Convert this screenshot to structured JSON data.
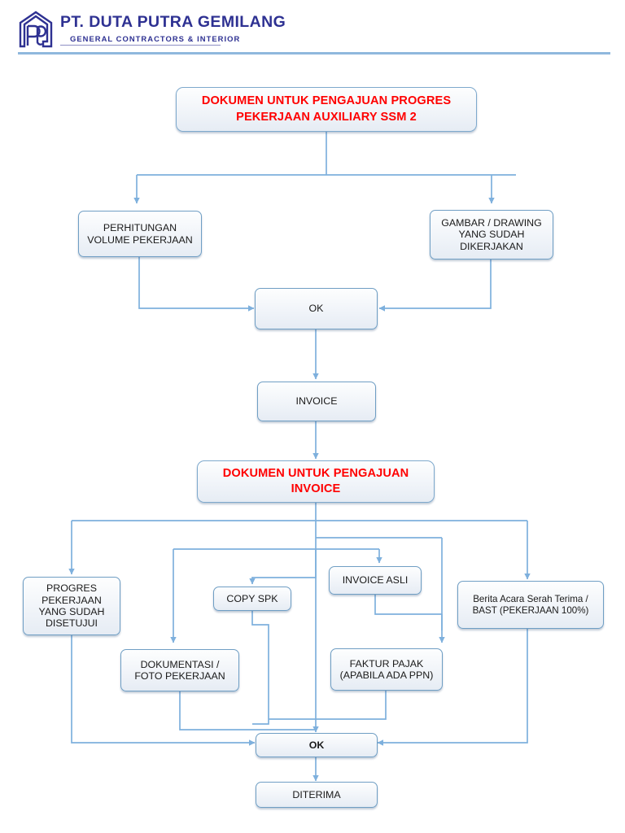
{
  "letterhead": {
    "company_name": "PT. DUTA PUTRA GEMILANG",
    "tagline": "GENERAL CONTRACTORS & INTERIOR",
    "logo_icon": "building-monogram-dpg-icon",
    "brand_color": "#2e3192",
    "rule_color": "#8fb8dd"
  },
  "theme": {
    "node_border": "#6f9ec4",
    "node_fill_top": "#fdfefe",
    "node_fill_bottom": "#e6ecf4",
    "connector_color": "#7eb0dd",
    "title_text_color": "#ff0000",
    "body_text_color": "#1a1a1a"
  },
  "flowchart": {
    "type": "flowchart",
    "orientation": "top-to-bottom",
    "nodes": [
      {
        "id": "title_progres",
        "label": "DOKUMEN UNTUK PENGAJUAN PROGRES\nPEKERJAAN AUXILIARY SSM 2"
      },
      {
        "id": "perhitungan",
        "label": "PERHITUNGAN\nVOLUME PEKERJAAN"
      },
      {
        "id": "gambar",
        "label": "GAMBAR / DRAWING\nYANG SUDAH\nDIKERJAKAN"
      },
      {
        "id": "ok_1",
        "label": "OK"
      },
      {
        "id": "invoice",
        "label": "INVOICE"
      },
      {
        "id": "title_invoice",
        "label": "DOKUMEN UNTUK PENGAJUAN\nINVOICE"
      },
      {
        "id": "progres_disetujui",
        "label": "PROGRES\nPEKERJAAN\nYANG SUDAH\nDISETUJUI"
      },
      {
        "id": "copy_spk",
        "label": "COPY SPK"
      },
      {
        "id": "invoice_asli",
        "label": "INVOICE ASLI"
      },
      {
        "id": "bast",
        "label": "Berita Acara Serah Terima /\nBAST (PEKERJAAN 100%)"
      },
      {
        "id": "dokumentasi",
        "label": "DOKUMENTASI /\nFOTO PEKERJAAN"
      },
      {
        "id": "faktur_pajak",
        "label": "FAKTUR PAJAK\n(APABILA ADA PPN)"
      },
      {
        "id": "ok_2",
        "label": "OK"
      },
      {
        "id": "diterima",
        "label": "DITERIMA"
      }
    ],
    "edges": [
      {
        "from": "title_progres",
        "to": "perhitungan"
      },
      {
        "from": "title_progres",
        "to": "gambar"
      },
      {
        "from": "perhitungan",
        "to": "ok_1"
      },
      {
        "from": "gambar",
        "to": "ok_1"
      },
      {
        "from": "ok_1",
        "to": "invoice"
      },
      {
        "from": "invoice",
        "to": "title_invoice"
      },
      {
        "from": "title_invoice",
        "to": "progres_disetujui"
      },
      {
        "from": "title_invoice",
        "to": "copy_spk"
      },
      {
        "from": "title_invoice",
        "to": "invoice_asli"
      },
      {
        "from": "title_invoice",
        "to": "bast"
      },
      {
        "from": "title_invoice",
        "to": "dokumentasi"
      },
      {
        "from": "title_invoice",
        "to": "faktur_pajak"
      },
      {
        "from": "progres_disetujui",
        "to": "ok_2"
      },
      {
        "from": "copy_spk",
        "to": "ok_2"
      },
      {
        "from": "invoice_asli",
        "to": "faktur_pajak"
      },
      {
        "from": "bast",
        "to": "ok_2"
      },
      {
        "from": "dokumentasi",
        "to": "ok_2"
      },
      {
        "from": "faktur_pajak",
        "to": "ok_2"
      },
      {
        "from": "ok_2",
        "to": "diterima"
      }
    ]
  }
}
